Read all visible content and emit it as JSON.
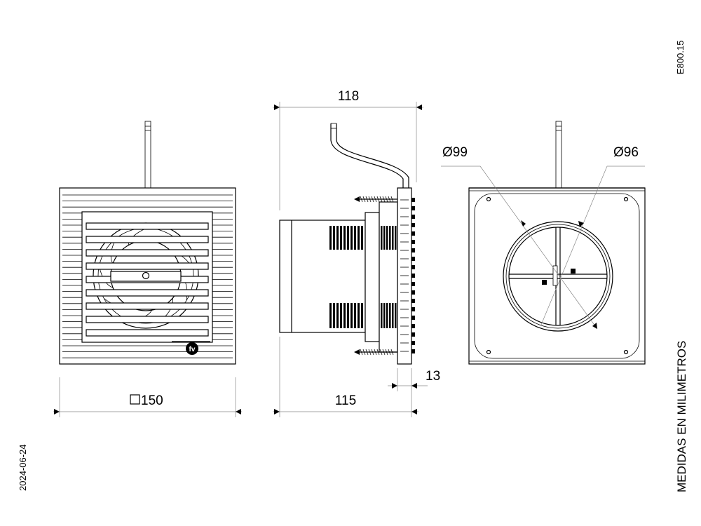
{
  "drawing_code": "E800.15",
  "date": "2024-06-24",
  "units_note": "MEDIDAS EN MILIMETROS",
  "dimensions": {
    "front_width": "150",
    "side_depth_total": "118",
    "side_depth_body": "115",
    "grille_thickness": "13",
    "outer_diameter": "Ø99",
    "inner_diameter": "Ø96"
  },
  "brand_logo_text": "fv"
}
